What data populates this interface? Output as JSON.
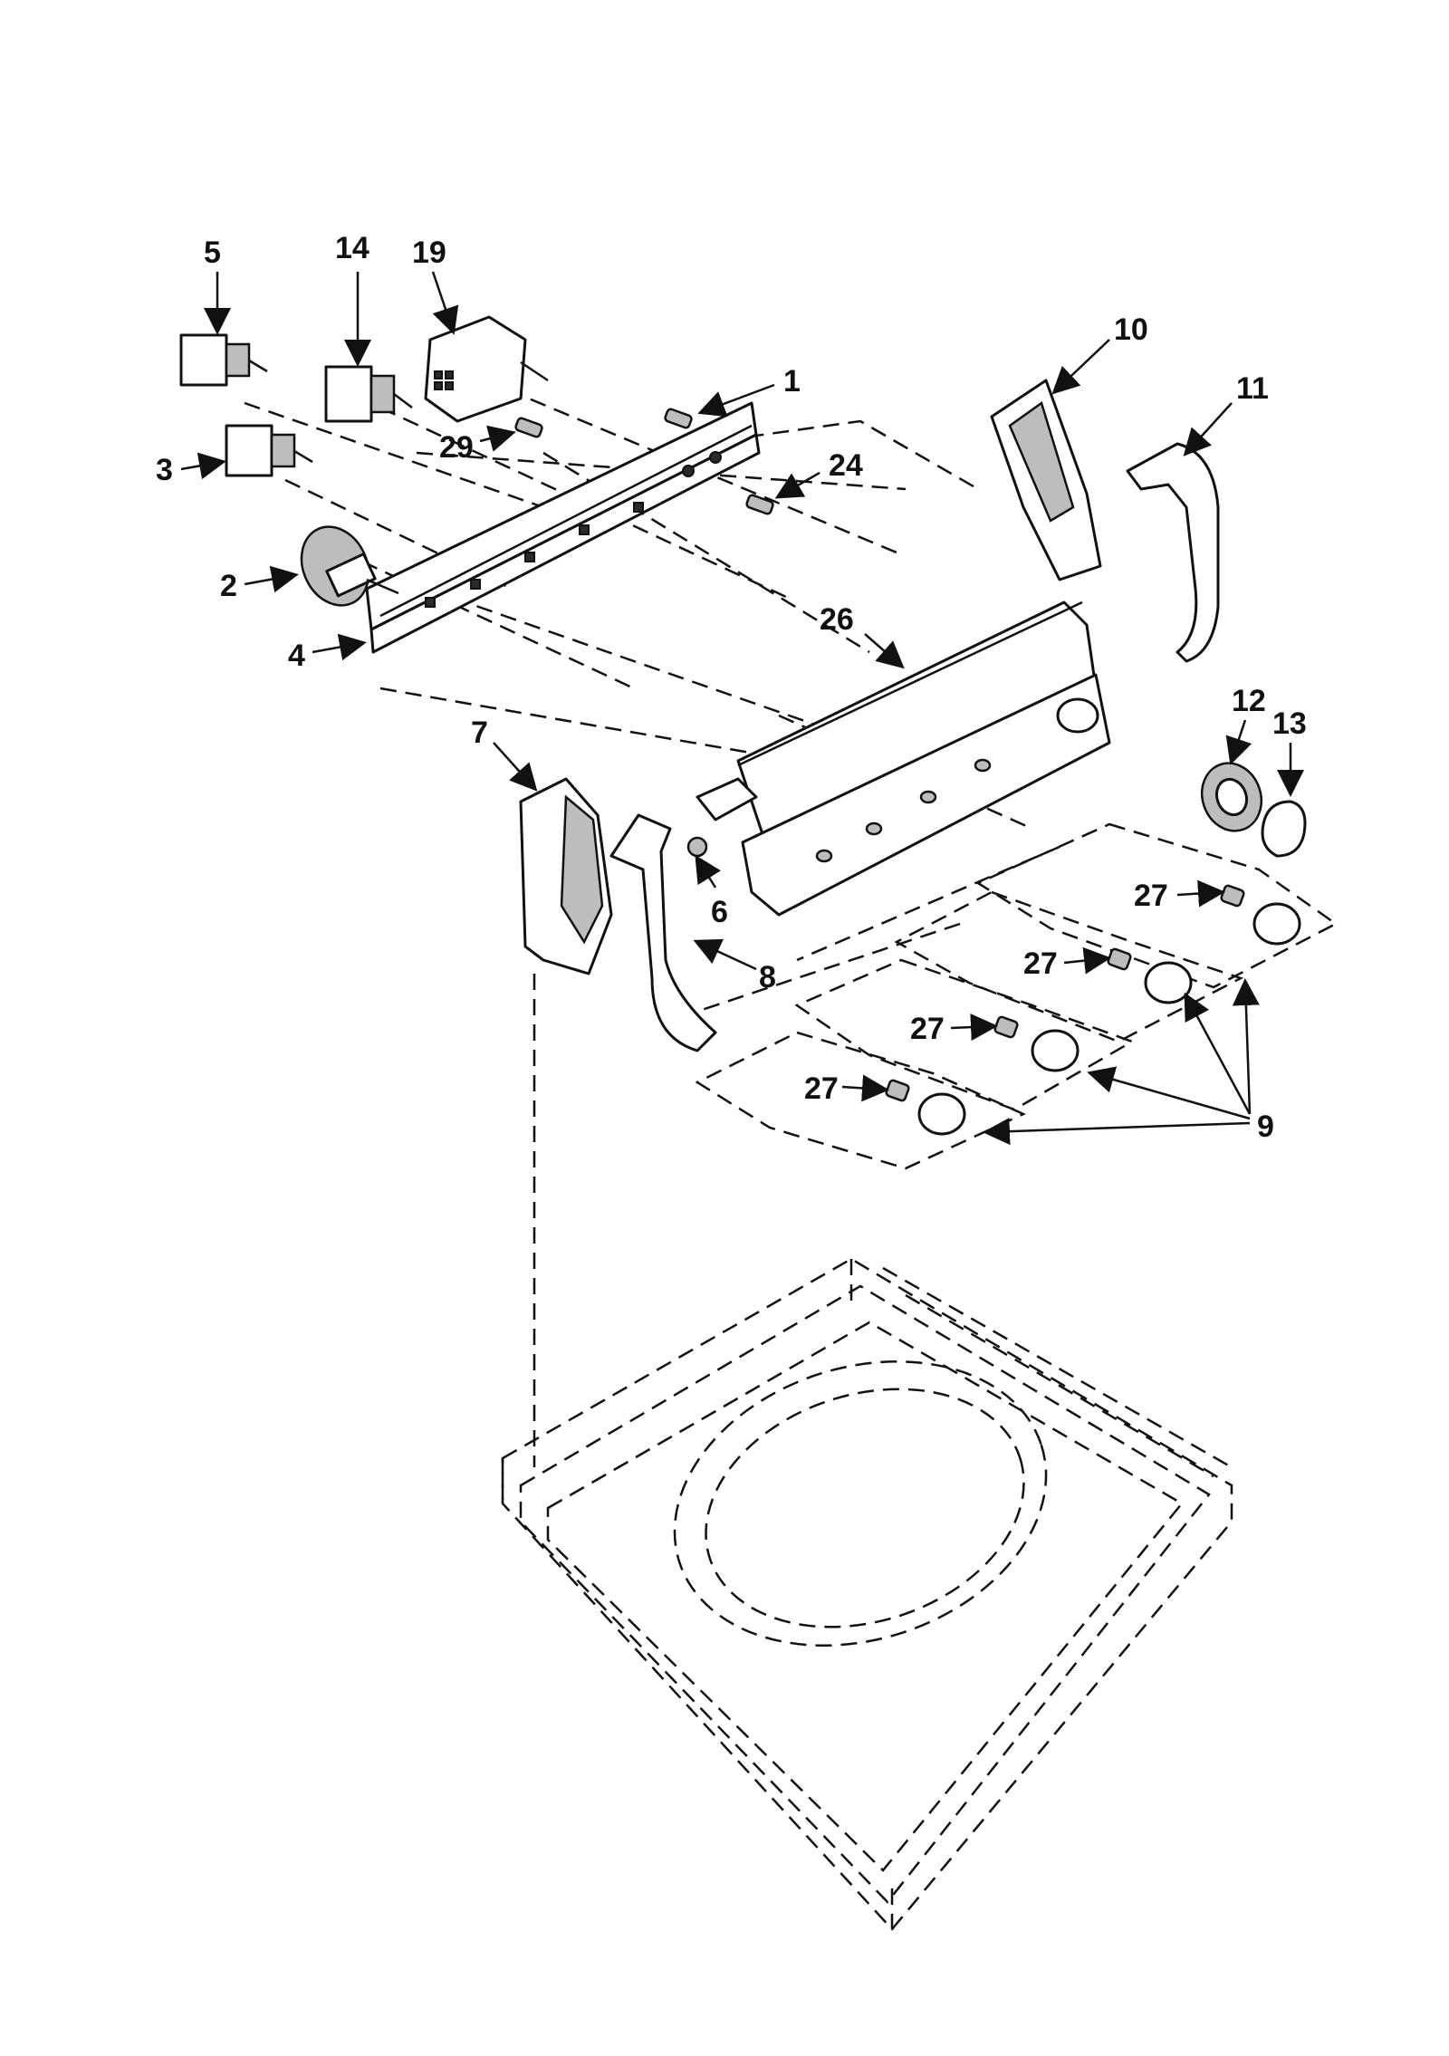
{
  "callouts": {
    "c1": "1",
    "c2": "2",
    "c3": "3",
    "c4": "4",
    "c5": "5",
    "c6": "6",
    "c7": "7",
    "c8": "8",
    "c9": "9",
    "c10": "10",
    "c11": "11",
    "c12": "12",
    "c13": "13",
    "c14": "14",
    "c19": "19",
    "c24": "24",
    "c26": "26",
    "c27a": "27",
    "c27b": "27",
    "c27c": "27",
    "c27d": "27",
    "c29": "29"
  },
  "colors": {
    "line": "#111111",
    "background": "#ffffff",
    "shade": "#bdbdbd"
  }
}
